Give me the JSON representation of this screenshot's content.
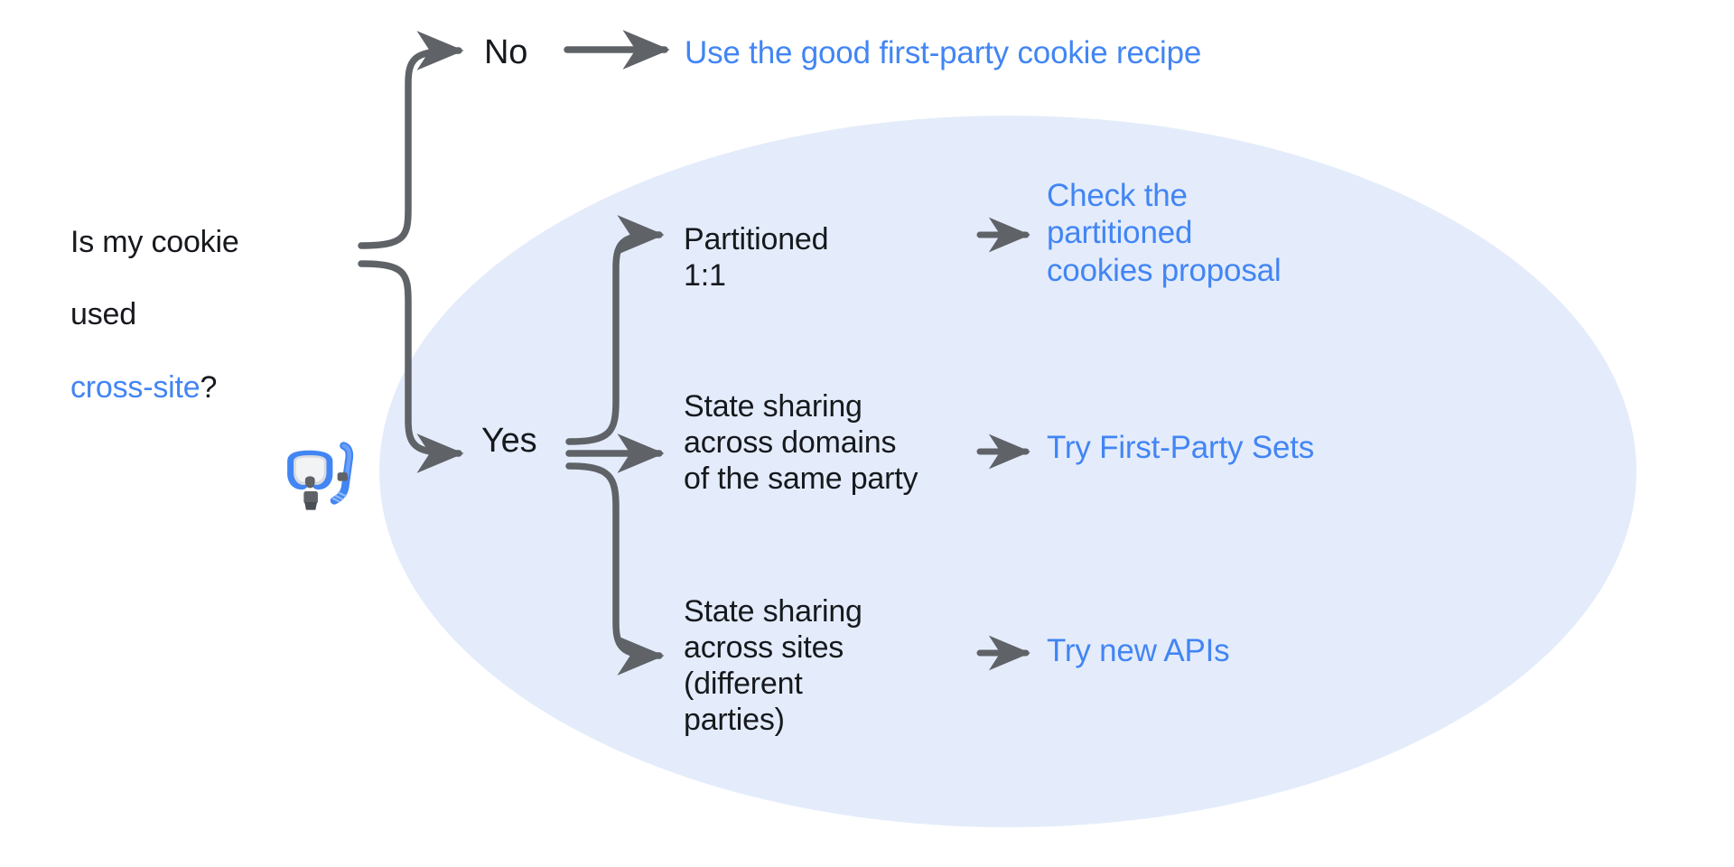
{
  "diagram": {
    "type": "decision-flowchart",
    "title_text": "Is my cookie used cross-site?",
    "background_color": "#ffffff",
    "highlight_ellipse_color": "#e4ecfb",
    "link_color": "#4285f4",
    "text_color": "#16191d",
    "arrow_color": "#5f6368"
  },
  "root": {
    "line1": "Is my cookie",
    "line2": "used ",
    "keyword": "cross-site",
    "suffix": "?"
  },
  "branches": {
    "no_label": "No",
    "yes_label": "Yes"
  },
  "options": {
    "partitioned": "Partitioned\n1:1",
    "domains": "State sharing\nacross domains\nof the same party",
    "sites": "State sharing\nacross sites\n(different\nparties)"
  },
  "links": {
    "recipe": "Use the good first-party cookie recipe",
    "partitioned_proposal": "Check the\npartitioned\ncookies proposal",
    "first_party_sets": "Try First-Party Sets",
    "new_apis": "Try new APIs"
  },
  "decoration": {
    "emoji_name": "diving-mask-emoji",
    "emoji_glyph": "🤿"
  }
}
